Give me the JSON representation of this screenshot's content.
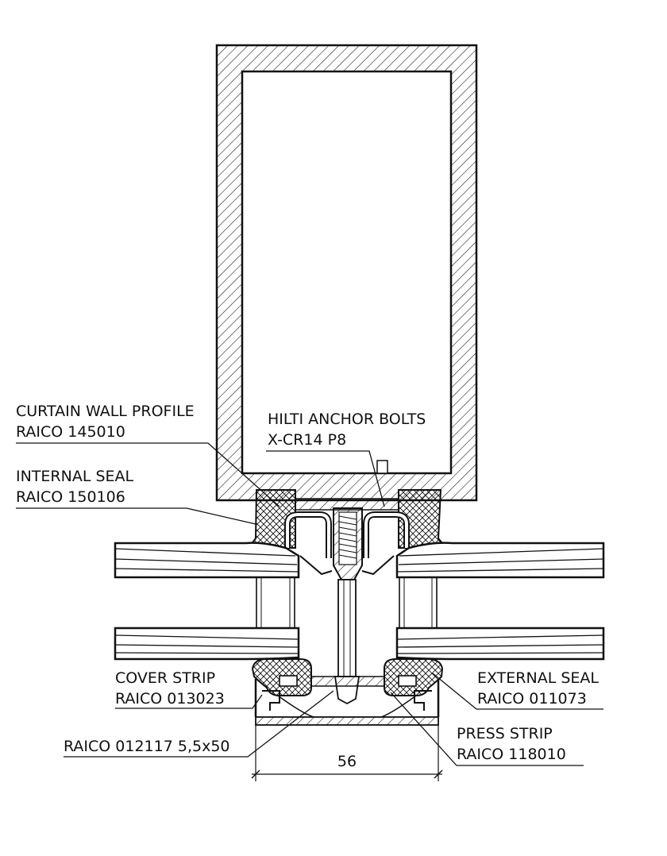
{
  "labels": {
    "curtain_wall_profile": [
      "CURTAIN WALL PROFILE",
      "RAICO 145010"
    ],
    "hilti_anchor_bolts": [
      "HILTI ANCHOR BOLTS",
      "X-CR14 P8"
    ],
    "internal_seal": [
      "INTERNAL SEAL",
      "RAICO 150106"
    ],
    "cover_strip": [
      "COVER STRIP",
      "RAICO 013023"
    ],
    "external_seal": [
      "EXTERNAL SEAL",
      "RAICO 011073"
    ],
    "screw": [
      "RAICO 012117 5,5x50"
    ],
    "press_strip": [
      "PRESS STRIP",
      "RAICO 118010"
    ]
  },
  "dimension": {
    "value": "56"
  },
  "colors": {
    "line": "#111111",
    "background": "#ffffff"
  }
}
